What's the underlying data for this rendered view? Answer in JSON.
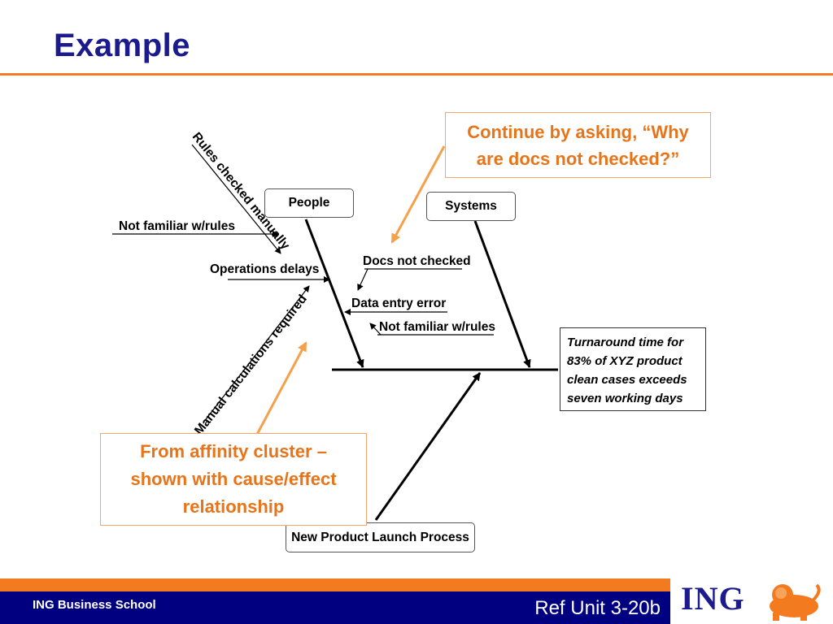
{
  "header": {
    "title": "Example"
  },
  "diagram": {
    "effect": "Turnaround time for 83% of XYZ product clean cases exceeds seven working days",
    "categories": {
      "people": "People",
      "systems": "Systems",
      "process": "New Product Launch Process"
    },
    "causes": {
      "not_familiar_rules_1": "Not familiar w/rules",
      "operations_delays": "Operations delays",
      "rules_checked_manually": "Rules checked manually",
      "manual_calculations_required": "Manual calculations required",
      "docs_not_checked": "Docs not checked",
      "data_entry_error": "Data entry error",
      "not_familiar_rules_2": "Not familiar w/rules"
    },
    "accent_color": "#f47a1f",
    "primary_color": "#1b1b8e"
  },
  "callouts": {
    "continue": "Continue by asking, “Why are docs not checked?”",
    "affinity": "From affinity cluster – shown with cause/effect relationship"
  },
  "footer": {
    "school": "ING Business School",
    "ref": "Ref Unit 3-20b",
    "logo": "ING"
  }
}
